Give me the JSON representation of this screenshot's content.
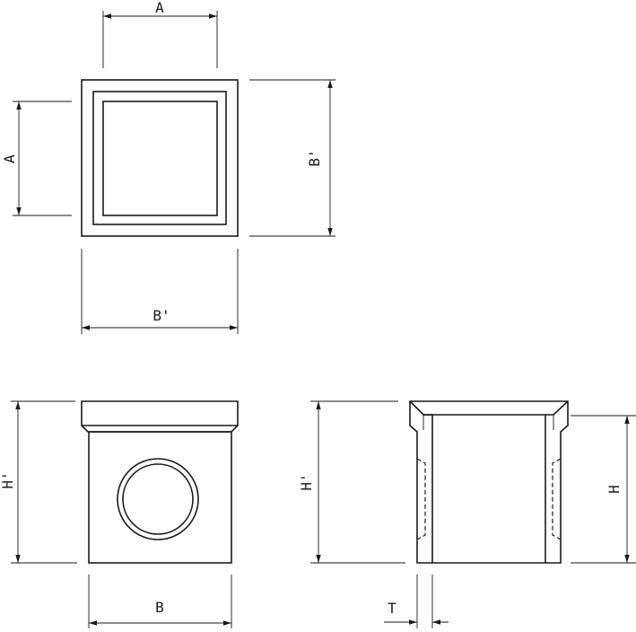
{
  "labels": {
    "top_a_horizontal": "A",
    "top_a_vertical": "A",
    "top_b_prime_vertical": "B'",
    "top_b_prime_horizontal": "B'",
    "front_h_prime": "H'",
    "front_b": "B",
    "section_h_prime": "H'",
    "section_h": "H",
    "section_t": "T"
  }
}
